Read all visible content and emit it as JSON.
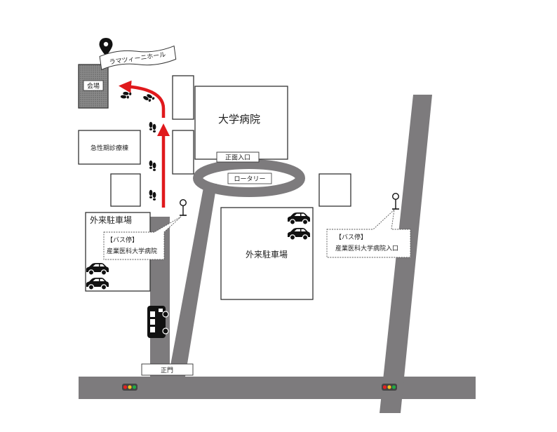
{
  "venue": {
    "name": "ラマツィーニホール",
    "hall_label": "会場"
  },
  "buildings": {
    "university_hospital": "大学病院",
    "emergency_wing": "急性期診療棟",
    "main_entrance": "正面入口",
    "rotary": "ロータリー",
    "main_gate": "正門"
  },
  "parking": {
    "left_label": "外来駐車場",
    "center_label": "外来駐車場"
  },
  "bus_stops": [
    {
      "header": "【バス停】",
      "name": "産業医科大学病院"
    },
    {
      "header": "【バス停】",
      "name": "産業医科大学病院入口"
    }
  ],
  "colors": {
    "route": "#e0191c",
    "road": "#7d7b7d",
    "hall_fill": "#8a8a8a"
  },
  "icons": {
    "venue_marker": "map-pin-icon",
    "bus_stop": "bus-stop-sign-icon",
    "footprints": "footprints-icon",
    "car": "car-icon",
    "bus": "bus-icon",
    "traffic_light": "traffic-light-icon"
  }
}
